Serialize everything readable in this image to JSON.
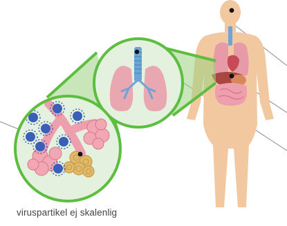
{
  "diagram": {
    "caption": "viruspartikel ej skalenlig",
    "colors": {
      "zoom_ring": "#5cbd3f",
      "zoom_fill": "#e4f1df",
      "body_skin": "#f2c8a0",
      "lung_pink": "#e9a7b2",
      "trachea_blue": "#6ea4d6",
      "virus_blue": "#3a5fb8",
      "alveoli_gold": "#e0b96a",
      "pointer_line": "#8a8a8a"
    },
    "icons": [
      "human-body-figure",
      "lungs-icon",
      "alveoli-cluster",
      "virus-particle"
    ]
  }
}
